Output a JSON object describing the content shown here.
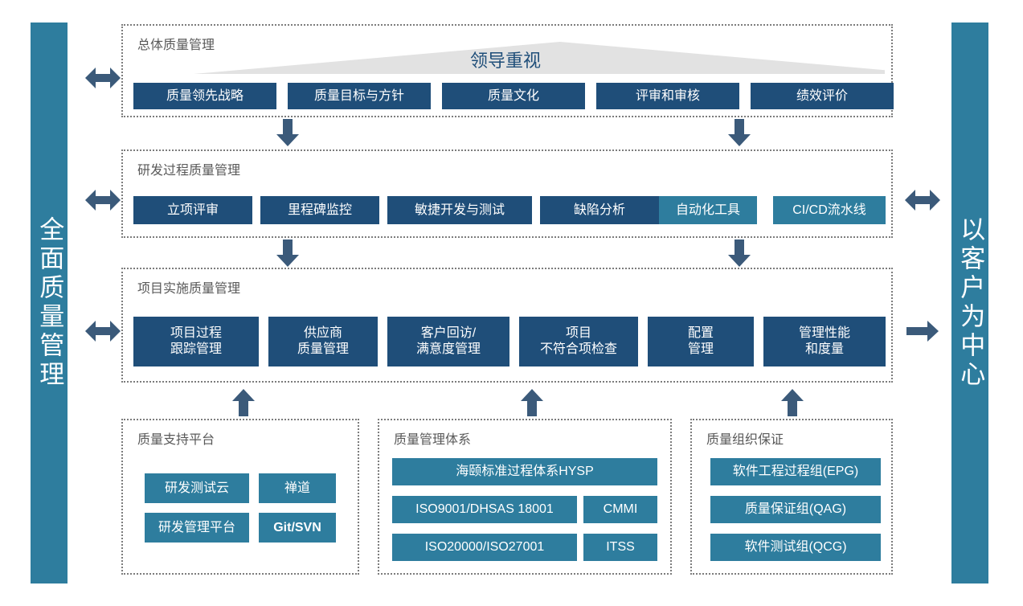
{
  "pillars": {
    "left": {
      "label": "全面质量管理",
      "color": "#2E7D9E"
    },
    "right": {
      "label": "以客户为中心",
      "color": "#2E7D9E"
    }
  },
  "wedge": {
    "label": "领导重视",
    "fill": "#e2e2e2",
    "text_color": "#1F4E79"
  },
  "colors": {
    "dark_blue": "#1F4E79",
    "teal": "#2E7D9E",
    "arrow": "#3B5A7A",
    "frame": "#7c7c7c",
    "title": "#595959"
  },
  "groups": [
    {
      "id": "overall-quality-management",
      "title": "总体质量管理",
      "items": [
        {
          "label": "质量领先战略",
          "style": "dark"
        },
        {
          "label": "质量目标与方针",
          "style": "dark"
        },
        {
          "label": "质量文化",
          "style": "dark"
        },
        {
          "label": "评审和审核",
          "style": "dark"
        },
        {
          "label": "绩效评价",
          "style": "dark"
        }
      ]
    },
    {
      "id": "rd-process-quality-management",
      "title": "研发过程质量管理",
      "items": [
        {
          "label": "立项评审",
          "style": "dark"
        },
        {
          "label": "里程碑监控",
          "style": "dark"
        },
        {
          "label": "敏捷开发与测试",
          "style": "dark"
        },
        {
          "label": "缺陷分析",
          "style": "dark"
        },
        {
          "label": "自动化工具",
          "style": "teal"
        },
        {
          "label": "CI/CD流水线",
          "style": "teal"
        }
      ]
    },
    {
      "id": "project-implementation-quality-management",
      "title": "项目实施质量管理",
      "items": [
        {
          "label": "项目过程\n跟踪管理",
          "style": "dark"
        },
        {
          "label": "供应商\n质量管理",
          "style": "dark"
        },
        {
          "label": "客户回访/\n满意度管理",
          "style": "dark"
        },
        {
          "label": "项目\n不符合项检查",
          "style": "dark"
        },
        {
          "label": "配置\n管理",
          "style": "dark"
        },
        {
          "label": "管理性能\n和度量",
          "style": "dark"
        }
      ]
    },
    {
      "id": "quality-support-platform",
      "title": "质量支持平台",
      "items": [
        {
          "label": "研发测试云",
          "style": "teal"
        },
        {
          "label": "禅道",
          "style": "teal"
        },
        {
          "label": "研发管理平台",
          "style": "teal"
        },
        {
          "label": "Git/SVN",
          "style": "teal",
          "bold": true
        }
      ]
    },
    {
      "id": "quality-management-system",
      "title": "质量管理体系",
      "items": [
        {
          "label": "海颐标准过程体系HYSP",
          "style": "teal"
        },
        {
          "label": "ISO9001/DHSAS 18001",
          "style": "teal"
        },
        {
          "label": "CMMI",
          "style": "teal"
        },
        {
          "label": "ISO20000/ISO27001",
          "style": "teal"
        },
        {
          "label": "ITSS",
          "style": "teal"
        }
      ]
    },
    {
      "id": "quality-organization-assurance",
      "title": "质量组织保证",
      "items": [
        {
          "label": "软件工程过程组(EPG)",
          "style": "teal"
        },
        {
          "label": "质量保证组(QAG)",
          "style": "teal"
        },
        {
          "label": "软件测试组(QCG)",
          "style": "teal"
        }
      ]
    }
  ]
}
